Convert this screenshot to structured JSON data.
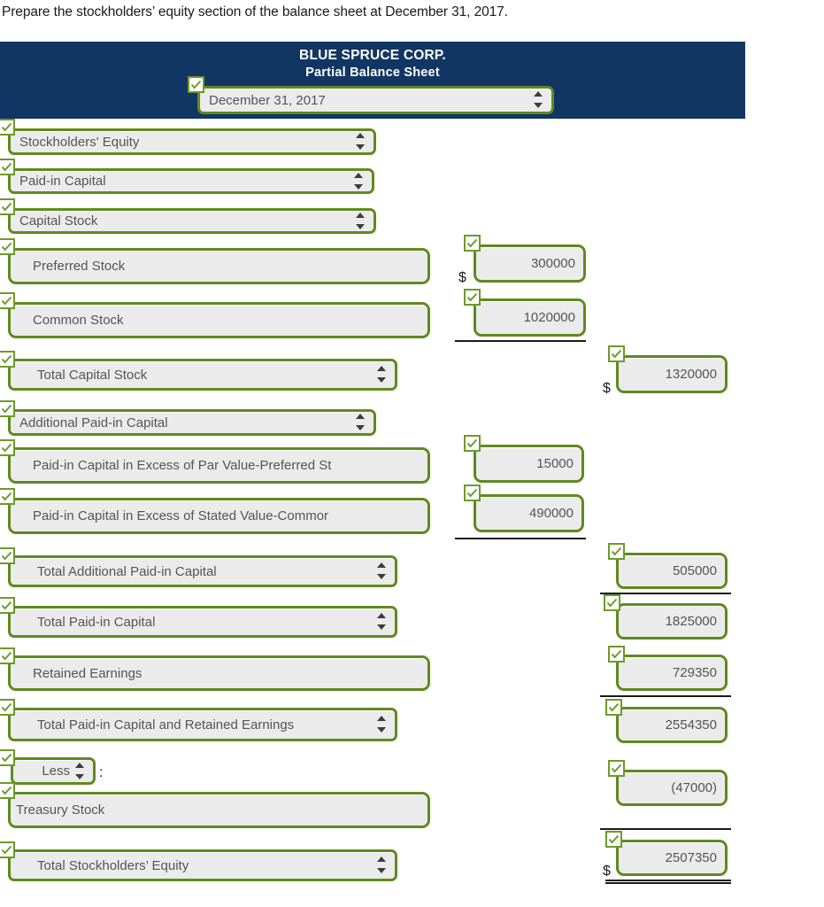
{
  "prompt": "Prepare the stockholders’ equity section of the balance sheet at December 31, 2017.",
  "colors": {
    "header_bg": "#123663",
    "field_border": "#5f8a1f",
    "field_fill": "#ebebeb",
    "check_border": "#6d9a28",
    "check_glyph": "#6d9a28",
    "text": "#555555",
    "rule": "#1a1a1a"
  },
  "header": {
    "company": "BLUE SPRUCE CORP.",
    "statement": "Partial Balance Sheet",
    "date_select": "December 31, 2017"
  },
  "symbols": {
    "dollar": "$",
    "colon": ":"
  },
  "rows": [
    {
      "label": "Stockholders' Equity",
      "type": "select"
    },
    {
      "label": "Paid-in Capital",
      "type": "select"
    },
    {
      "label": "Capital Stock",
      "type": "select"
    },
    {
      "label": "Preferred Stock",
      "type": "text",
      "amount_mid": "300000"
    },
    {
      "label": "Common Stock",
      "type": "text",
      "amount_mid": "1020000"
    },
    {
      "label": "Total Capital Stock",
      "type": "select",
      "amount_right": "1320000"
    },
    {
      "label": "Additional Paid-in Capital",
      "type": "select"
    },
    {
      "label": "Paid-in Capital in Excess of Par Value-Preferred St",
      "type": "text",
      "amount_mid": "15000"
    },
    {
      "label": "Paid-in Capital in Excess of Stated Value-Commor",
      "type": "text",
      "amount_mid": "490000"
    },
    {
      "label": "Total Additional Paid-in Capital",
      "type": "select",
      "amount_right": "505000"
    },
    {
      "label": "Total Paid-in Capital",
      "type": "select",
      "amount_right": "1825000"
    },
    {
      "label": "Retained Earnings",
      "type": "text",
      "amount_right": "729350"
    },
    {
      "label": "Total Paid-in Capital and Retained Earnings",
      "type": "select",
      "amount_right": "2554350"
    },
    {
      "label": "Less",
      "type": "select-small"
    },
    {
      "label": "Treasury Stock",
      "type": "text",
      "amount_right": "(47000)"
    },
    {
      "label": "Total Stockholders’ Equity",
      "type": "select",
      "amount_right": "2507350"
    }
  ]
}
